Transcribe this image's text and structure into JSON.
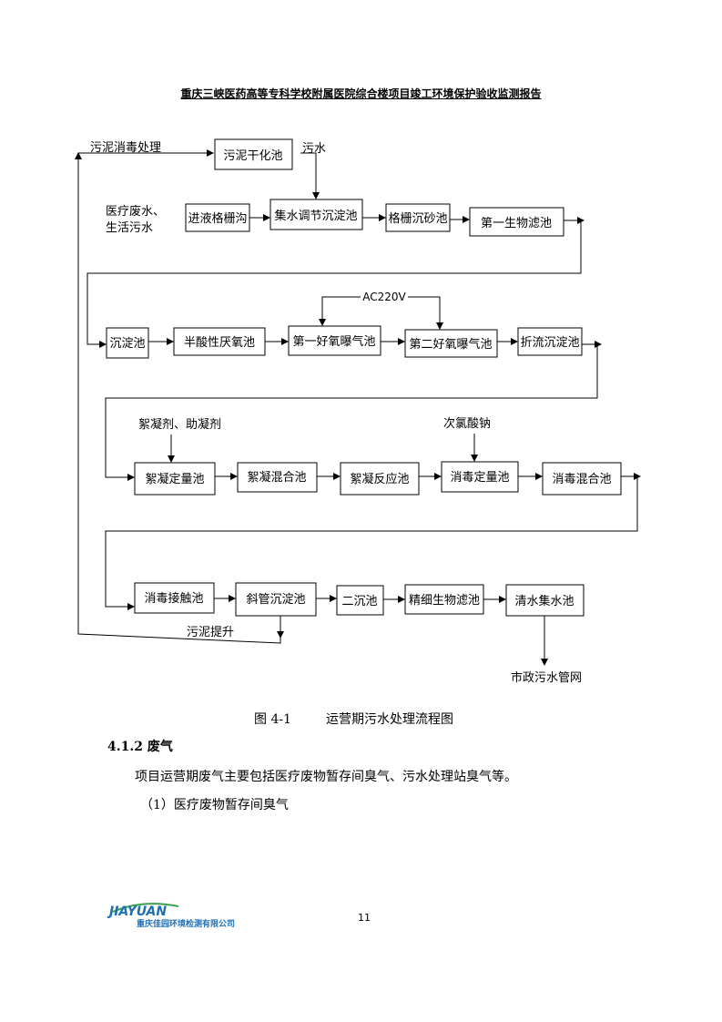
{
  "header": {
    "title": "重庆三峡医药高等专科学校附属医院综合楼项目竣工环境保护验收监测报告"
  },
  "diagram": {
    "labels": {
      "sludge_disinfection": "污泥消毒处理",
      "sewage": "污水",
      "input_waste_1": "医疗废水、",
      "input_waste_2": "生活污水",
      "ac220v": "AC220V",
      "flocculant": "絮凝剂、助凝剂",
      "hypochlorite": "次氯酸钠",
      "sludge_lift": "污泥提升",
      "municipal_network": "市政污水管网"
    },
    "boxes": {
      "sludge_dry": "污泥干化池",
      "grille_ditch": "进液格栅沟",
      "collection_tank": "集水调节沉淀池",
      "grit_chamber": "格栅沉砂池",
      "bio_filter_1": "第一生物滤池",
      "settling_tank": "沉淀池",
      "semi_anaerobic": "半酸性厌氧池",
      "aeration_1": "第一好氧曝气池",
      "aeration_2": "第二好氧曝气池",
      "baffled_settling": "折流沉淀池",
      "floc_dosing": "絮凝定量池",
      "floc_mixing": "絮凝混合池",
      "floc_reaction": "絮凝反应池",
      "disinf_dosing": "消毒定量池",
      "disinf_mixing": "消毒混合池",
      "disinf_contact": "消毒接触池",
      "inclined_tube": "斜管沉淀池",
      "secondary_settling": "二沉池",
      "fine_bio_filter": "精细生物滤池",
      "clear_water": "清水集水池"
    }
  },
  "caption": {
    "figure_no": "图 4-1",
    "title": "运营期污水处理流程图"
  },
  "section": {
    "heading": "4.1.2 废气",
    "paragraph": "项目运营期废气主要包括医疗废物暂存间臭气、污水处理站臭气等。",
    "item": "（1）医疗废物暂存间臭气"
  },
  "footer": {
    "logo_text": "JIAYUAN",
    "company": "重庆佳园环境检测有限公司",
    "page": "11"
  },
  "colors": {
    "logo_blue": "#1f6fb5",
    "logo_green": "#3aa14a"
  }
}
